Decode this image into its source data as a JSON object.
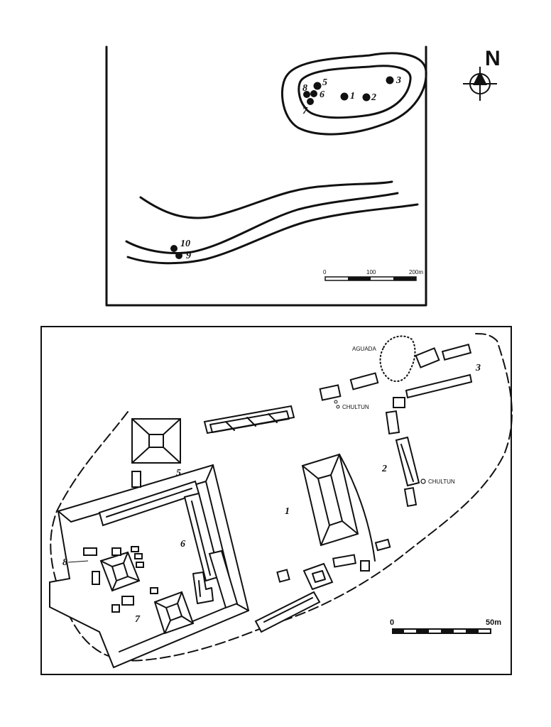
{
  "north_label": "N",
  "overview_map": {
    "sites": [
      "1",
      "2",
      "3",
      "5",
      "6",
      "7",
      "8",
      "9",
      "10"
    ],
    "scale": {
      "labels": [
        "0",
        "100",
        "200m"
      ]
    }
  },
  "site_plan": {
    "areas": [
      "1",
      "2",
      "3",
      "5",
      "6",
      "7",
      "8"
    ],
    "aguada_label": "AGUADA",
    "chultun_labels": [
      "CHULTUN",
      "CHULTUN"
    ],
    "scale": {
      "labels": [
        "0",
        "50m"
      ]
    }
  }
}
